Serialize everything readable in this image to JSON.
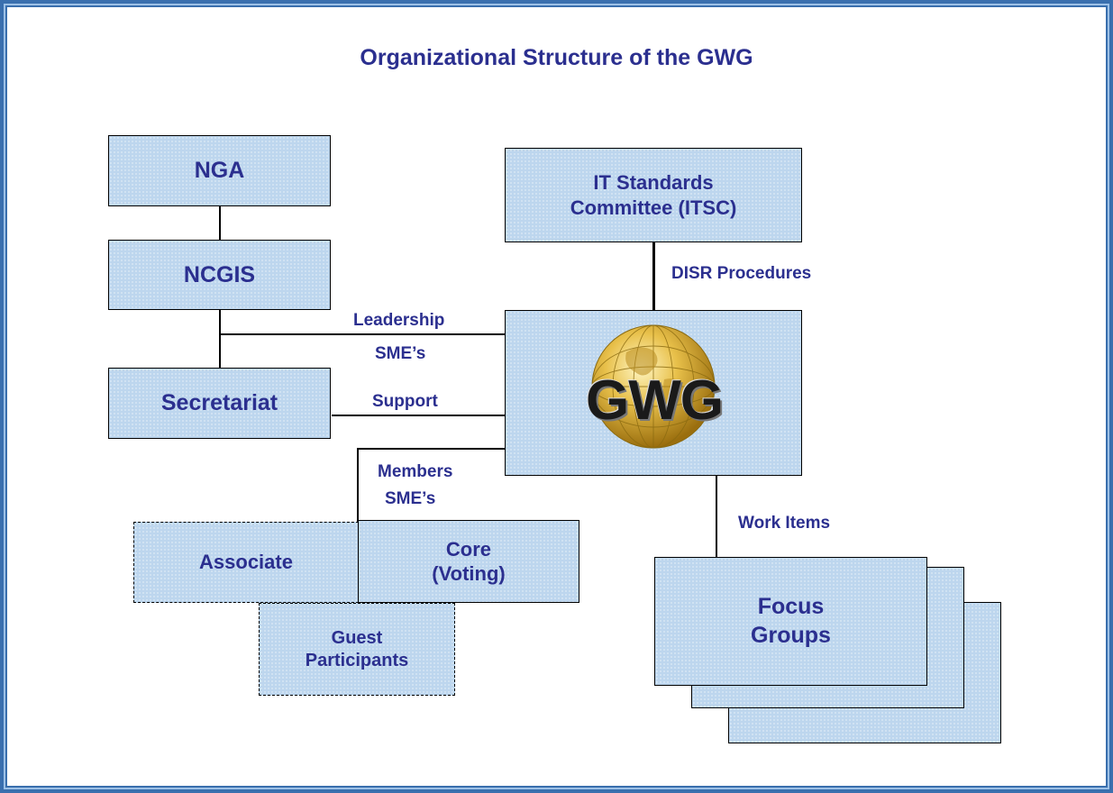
{
  "title": "Organizational Structure of the GWG",
  "boxes": {
    "nga": "NGA",
    "ncgis": "NCGIS",
    "secretariat": "Secretariat",
    "itsc": "IT Standards\nCommittee (ITSC)",
    "associate": "Associate",
    "core": "Core\n(Voting)",
    "guest": "Guest\nParticipants",
    "focus": "Focus\nGroups"
  },
  "connectors": {
    "disr": "DISR Procedures",
    "leadership": "Leadership",
    "smes_top": "SME’s",
    "support": "Support",
    "members": "Members",
    "smes_bottom": "SME’s",
    "work_items": "Work Items"
  },
  "gwg_logo": {
    "text": "GWG",
    "icon": "globe-icon"
  },
  "colors": {
    "title_text": "#2b2f8f",
    "box_fill": "#bdd6ee",
    "frame_border": "#3a6fae",
    "logo_gold": "#d4a521"
  }
}
